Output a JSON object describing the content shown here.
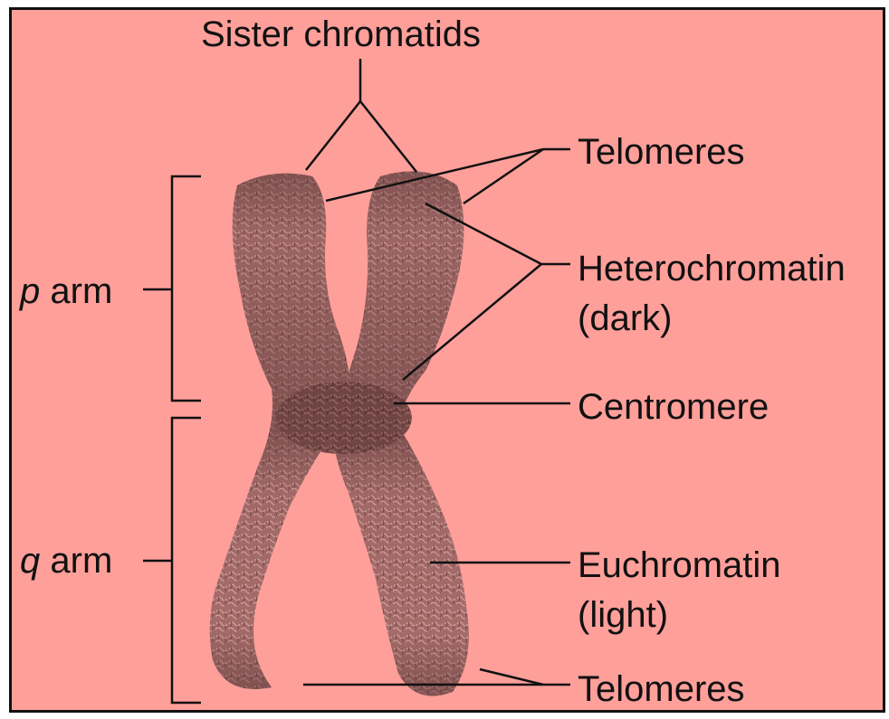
{
  "title": "Sister chromatids",
  "labels": {
    "telomeres_top": "Telomeres",
    "heterochromatin": "Heterochromatin",
    "heterochromatin_note": "(dark)",
    "centromere": "Centromere",
    "euchromatin": "Euchromatin",
    "euchromatin_note": "(light)",
    "telomeres_bottom": "Telomeres",
    "p_letter": "p",
    "p_arm": "arm",
    "q_letter": "q",
    "q_arm": "arm"
  },
  "colors": {
    "background": "#ff9f9a",
    "chromatid_light": "#a86e6c",
    "chromatid_dark": "#6e4443",
    "line": "#111111"
  }
}
